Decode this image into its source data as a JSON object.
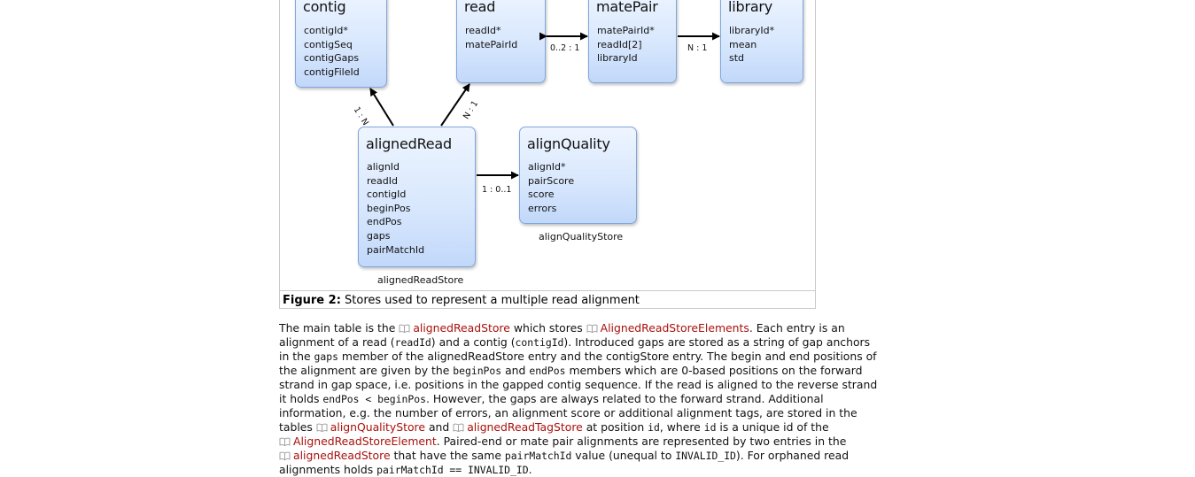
{
  "figure": {
    "stores": {
      "contig": {
        "title": "contig",
        "fields": [
          "contigId*",
          "contigSeq",
          "contigGaps",
          "contigFileId"
        ]
      },
      "read": {
        "title": "read",
        "fields": [
          "readId*",
          "matePairId"
        ]
      },
      "matePair": {
        "title": "matePair",
        "fields": [
          "matePairId*",
          "readId[2]",
          "libraryId"
        ]
      },
      "library": {
        "title": "library",
        "fields": [
          "libraryId*",
          "mean",
          "std"
        ]
      },
      "alignedRead": {
        "title": "alignedRead",
        "fields": [
          "alignId",
          "readId",
          "contigId",
          "beginPos",
          "endPos",
          "gaps",
          "pairMatchId"
        ],
        "store_label": "alignedReadStore"
      },
      "alignQuality": {
        "title": "alignQuality",
        "fields": [
          "alignId*",
          "pairScore",
          "score",
          "errors"
        ],
        "store_label": "alignQualityStore"
      }
    },
    "relations": {
      "read_matePair": "0..2 : 1",
      "matePair_library": "N : 1",
      "aligned_contig": "1 : N",
      "aligned_read": "N : 1",
      "aligned_quality": "1 : 0..1"
    },
    "caption": {
      "label": "Figure 2:",
      "text": "Stores used to represent a multiple read alignment"
    }
  },
  "paragraph": {
    "l1": {
      "t1": "The main table is the ",
      "link1": "alignedReadStore",
      "t2": " which stores ",
      "link2": "AlignedReadStoreElements",
      "t3": ". Each entry is an"
    },
    "l2": {
      "t1": "alignment of a read (",
      "c1": "readId",
      "t2": ") and a contig (",
      "c2": "contigId",
      "t3": "). Introduced gaps are stored as a string of gap anchors"
    },
    "l3": {
      "t1": "in the ",
      "c1": "gaps",
      "t2": " member of the alignedReadStore entry and the contigStore entry. The begin and end positions of"
    },
    "l4": {
      "t1": "the alignment are given by the ",
      "c1": "beginPos",
      "t2": " and ",
      "c2": "endPos",
      "t3": " members which are 0-based positions on the forward"
    },
    "l5": {
      "t1": "strand in gap space, i.e. positions in the gapped contig sequence. If the read is aligned to the reverse strand"
    },
    "l6": {
      "t1": "it holds ",
      "c1": "endPos < beginPos",
      "t2": ". However, the gaps are always related to the forward strand. Additional"
    },
    "l7": {
      "t1": "information, e.g. the number of errors, an alignment score or additional alignment tags, are stored in the"
    },
    "l8": {
      "t1": "tables ",
      "link1": "alignQualityStore",
      "t2": " and ",
      "link2": "alignedReadTagStore",
      "t3": " at position ",
      "c1": "id",
      "t4": ", where ",
      "c2": "id",
      "t5": " is a unique id of the"
    },
    "l9": {
      "link1": "AlignedReadStoreElement",
      "t1": ". Paired-end or mate pair alignments are represented by two entries in the"
    },
    "l10": {
      "link1": "alignedReadStore",
      "t1": " that have the same ",
      "c1": "pairMatchId",
      "t2": " value (unequal to ",
      "c2": "INVALID_ID",
      "t3": "). For orphaned read"
    },
    "l11": {
      "t1": "alignments holds ",
      "c1": "pairMatchId == INVALID_ID",
      "t2": "."
    }
  },
  "colors": {
    "link": "#a8100c",
    "box_border": "#7fa6dc",
    "box_fill": "#d9e8fd"
  },
  "icons": {
    "link_icon": "book-icon"
  }
}
